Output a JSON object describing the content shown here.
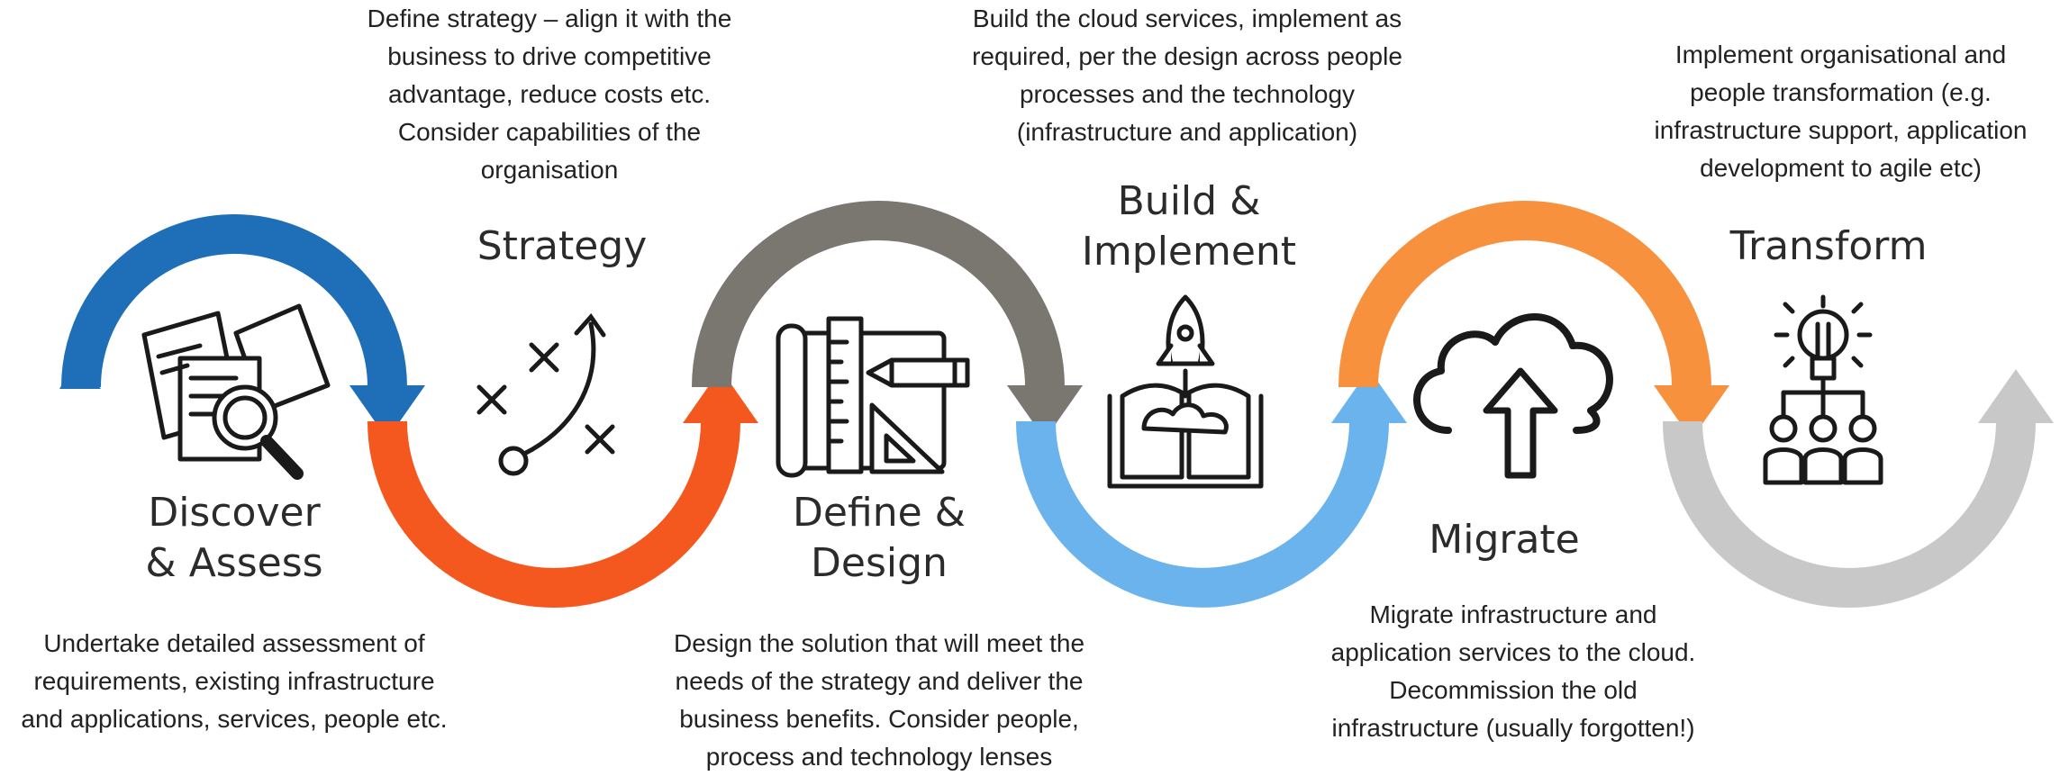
{
  "colors": {
    "discover": "#1f6fb8",
    "strategy": "#f4581f",
    "design": "#7a7670",
    "build": "#6bb3ec",
    "migrate": "#f7913e",
    "transform": "#c8c8c8",
    "icon": "#1a1a1a",
    "text": "#222222"
  },
  "stages": [
    {
      "id": "discover",
      "label_lines": [
        "Discover",
        "& Assess"
      ],
      "icon": "documents-magnifier-icon",
      "description_lines": [
        "Undertake detailed assessment of",
        "requirements, existing infrastructure",
        "and applications, services, people etc."
      ]
    },
    {
      "id": "strategy",
      "label_lines": [
        "Strategy"
      ],
      "icon": "strategy-play-icon",
      "description_lines": [
        "Define strategy – align it with the",
        "business to drive competitive",
        "advantage, reduce costs etc.",
        "Consider capabilities of the",
        "organisation"
      ]
    },
    {
      "id": "design",
      "label_lines": [
        "Define &",
        "Design"
      ],
      "icon": "blueprint-tools-icon",
      "description_lines": [
        "Design the solution that will meet the",
        "needs of the strategy and deliver the",
        "business benefits.  Consider people,",
        "process and technology lenses"
      ]
    },
    {
      "id": "build",
      "label_lines": [
        "Build &",
        "Implement"
      ],
      "icon": "rocket-book-icon",
      "description_lines": [
        "Build the cloud services, implement as",
        "required, per the design across people",
        "processes and the technology",
        "(infrastructure and application)"
      ]
    },
    {
      "id": "migrate",
      "label_lines": [
        "Migrate"
      ],
      "icon": "cloud-upload-icon",
      "description_lines": [
        "Migrate infrastructure and",
        "application services to the cloud.",
        "Decommission the old",
        "infrastructure (usually forgotten!)"
      ]
    },
    {
      "id": "transform",
      "label_lines": [
        "Transform"
      ],
      "icon": "lightbulb-people-icon",
      "description_lines": [
        "Implement organisational and",
        "people transformation (e.g.",
        "infrastructure support, application",
        "development to agile etc)"
      ]
    }
  ]
}
